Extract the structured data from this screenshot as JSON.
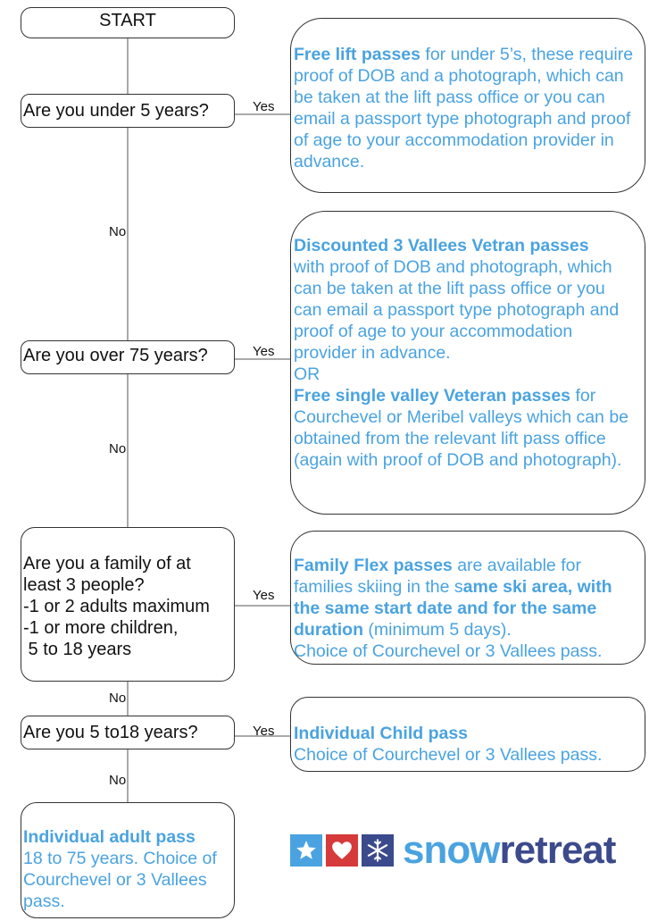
{
  "start": "START",
  "questions": {
    "q1": "Are you under 5 years?",
    "q2": "Are you over 75 years?",
    "q3": [
      "Are you a family of at",
      "least 3 people?",
      "-1 or 2 adults maximum",
      "-1 or more children,",
      " 5 to 18 years"
    ],
    "q4": "Are you 5 to18 years?"
  },
  "labels": {
    "yes": "Yes",
    "no": "No"
  },
  "answers": {
    "a1": {
      "title": "Free lift passes",
      "body": " for under 5’s, these require proof of DOB and a photograph, which can be taken at the lift pass office or you can email a passport type photograph and proof of age to your accommodation provider in advance."
    },
    "a2": {
      "title1": "Discounted 3 Vallees Vetran passes",
      "body1": "with proof of DOB and photograph, which can be taken at the lift pass office or you can email a passport type photograph and proof of age to your accommodation provider in advance.",
      "or": "OR",
      "title2": "Free single valley Veteran passes",
      "body2": " for Courchevel or Meribel valleys which can be obtained from the relevant lift pass office (again with proof of DOB and photograph)."
    },
    "a3": {
      "title": "Family Flex passes",
      "body1": " are available for families skiing in the s",
      "bold2": "ame ski area, with the same start date and for the same duration",
      "body2": " (minimum 5 days).",
      "body3": "Choice of Courchevel or 3 Vallees  pass."
    },
    "a4": {
      "title": "Individual Child pass",
      "body": "Choice of Courchevel or 3 Vallees  pass."
    },
    "a5": {
      "title": "Individual adult pass",
      "body": "18 to 75 years. Choice of Courchevel or 3 Vallees  pass."
    }
  },
  "logo": {
    "text_a": "snow",
    "text_b": "retreat",
    "icons": [
      "star-icon",
      "heart-icon",
      "snowflake-icon"
    ],
    "colors": {
      "dark": "#3b4a8c",
      "light": "#4aa3e0",
      "red": "#d63a3a"
    }
  }
}
